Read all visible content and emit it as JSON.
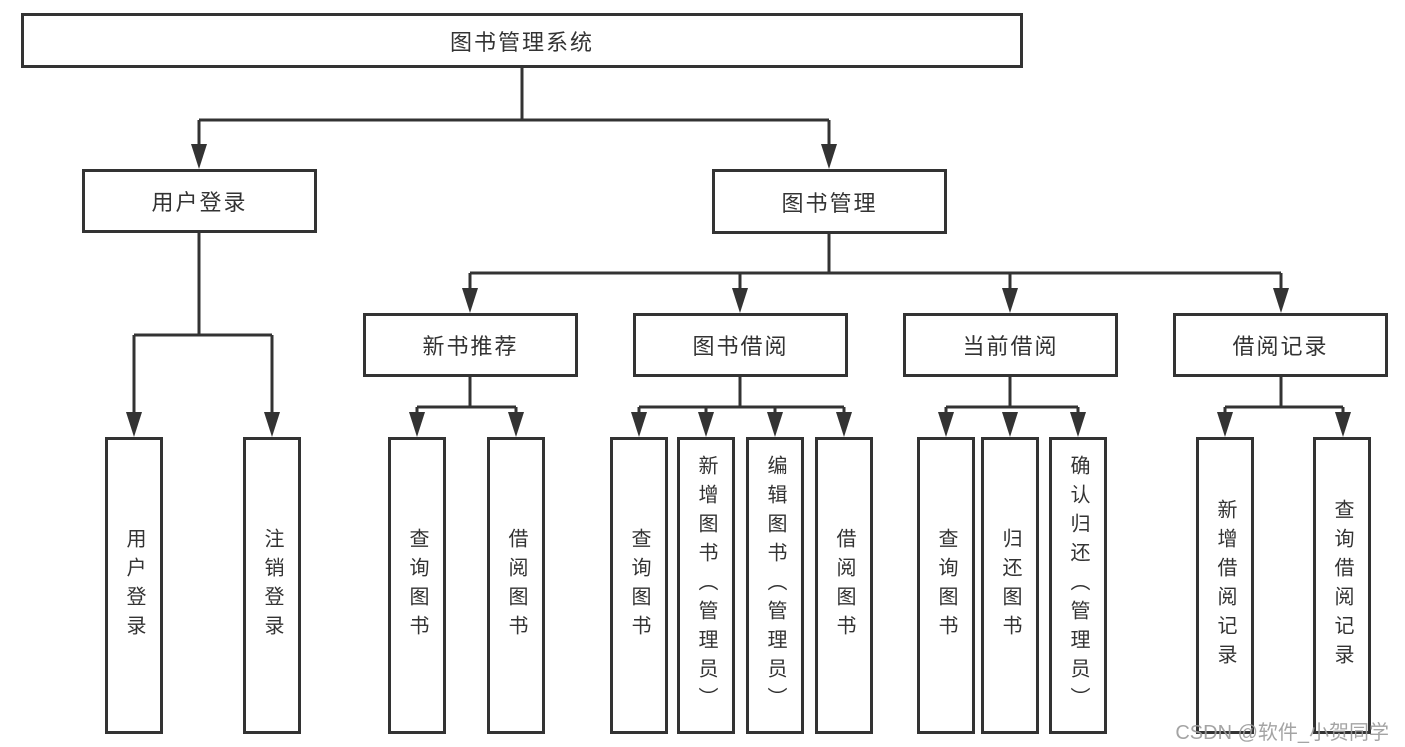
{
  "diagram": {
    "type": "tree",
    "root": {
      "label": "图书管理系统",
      "children": [
        {
          "label": "用户登录",
          "children": [
            {
              "label": "用户登录"
            },
            {
              "label": "注销登录"
            }
          ]
        },
        {
          "label": "图书管理",
          "children": [
            {
              "label": "新书推荐",
              "children": [
                {
                  "label": "查询图书"
                },
                {
                  "label": "借阅图书"
                }
              ]
            },
            {
              "label": "图书借阅",
              "children": [
                {
                  "label": "查询图书"
                },
                {
                  "label": "新增图书（管理员）"
                },
                {
                  "label": "编辑图书（管理员）"
                },
                {
                  "label": "借阅图书"
                }
              ]
            },
            {
              "label": "当前借阅",
              "children": [
                {
                  "label": "查询图书"
                },
                {
                  "label": "归还图书"
                },
                {
                  "label": "确认归还（管理员）"
                }
              ]
            },
            {
              "label": "借阅记录",
              "children": [
                {
                  "label": "新增借阅记录"
                },
                {
                  "label": "查询借阅记录"
                }
              ]
            }
          ]
        }
      ]
    }
  },
  "watermark": {
    "text": "CSDN @软件_小贺同学"
  },
  "colors": {
    "line": "#333333",
    "box_border": "#333333",
    "text": "#333333",
    "watermark": "#9b9b9b",
    "background": "#ffffff"
  }
}
